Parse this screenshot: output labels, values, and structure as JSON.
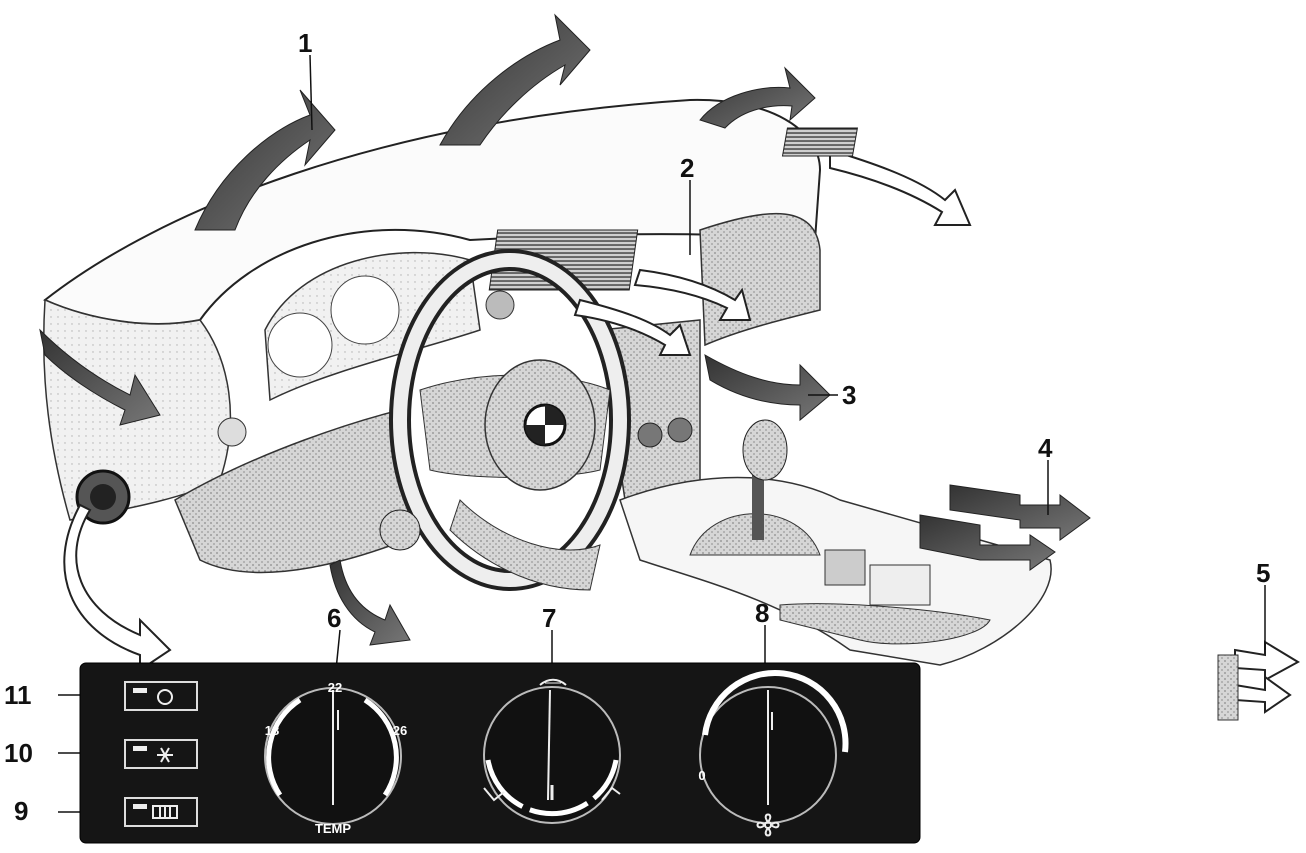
{
  "callouts": {
    "n1": "1",
    "n2": "2",
    "n3": "3",
    "n4": "4",
    "n5": "5",
    "n6": "6",
    "n7": "7",
    "n8": "8",
    "n9": "9",
    "n10": "10",
    "n11": "11"
  },
  "control_panel": {
    "temp_knob": {
      "low": "18",
      "mid": "22",
      "high": "26",
      "caption": "TEMP"
    },
    "fan_knob": {
      "off": "0",
      "mark": "I"
    },
    "icons": {
      "recirculation": "recirculation-icon",
      "ac": "snowflake-icon",
      "rear_defrost": "rear-defrost-icon",
      "windscreen": "windscreen-defrost-icon",
      "fan": "fan-icon"
    }
  }
}
